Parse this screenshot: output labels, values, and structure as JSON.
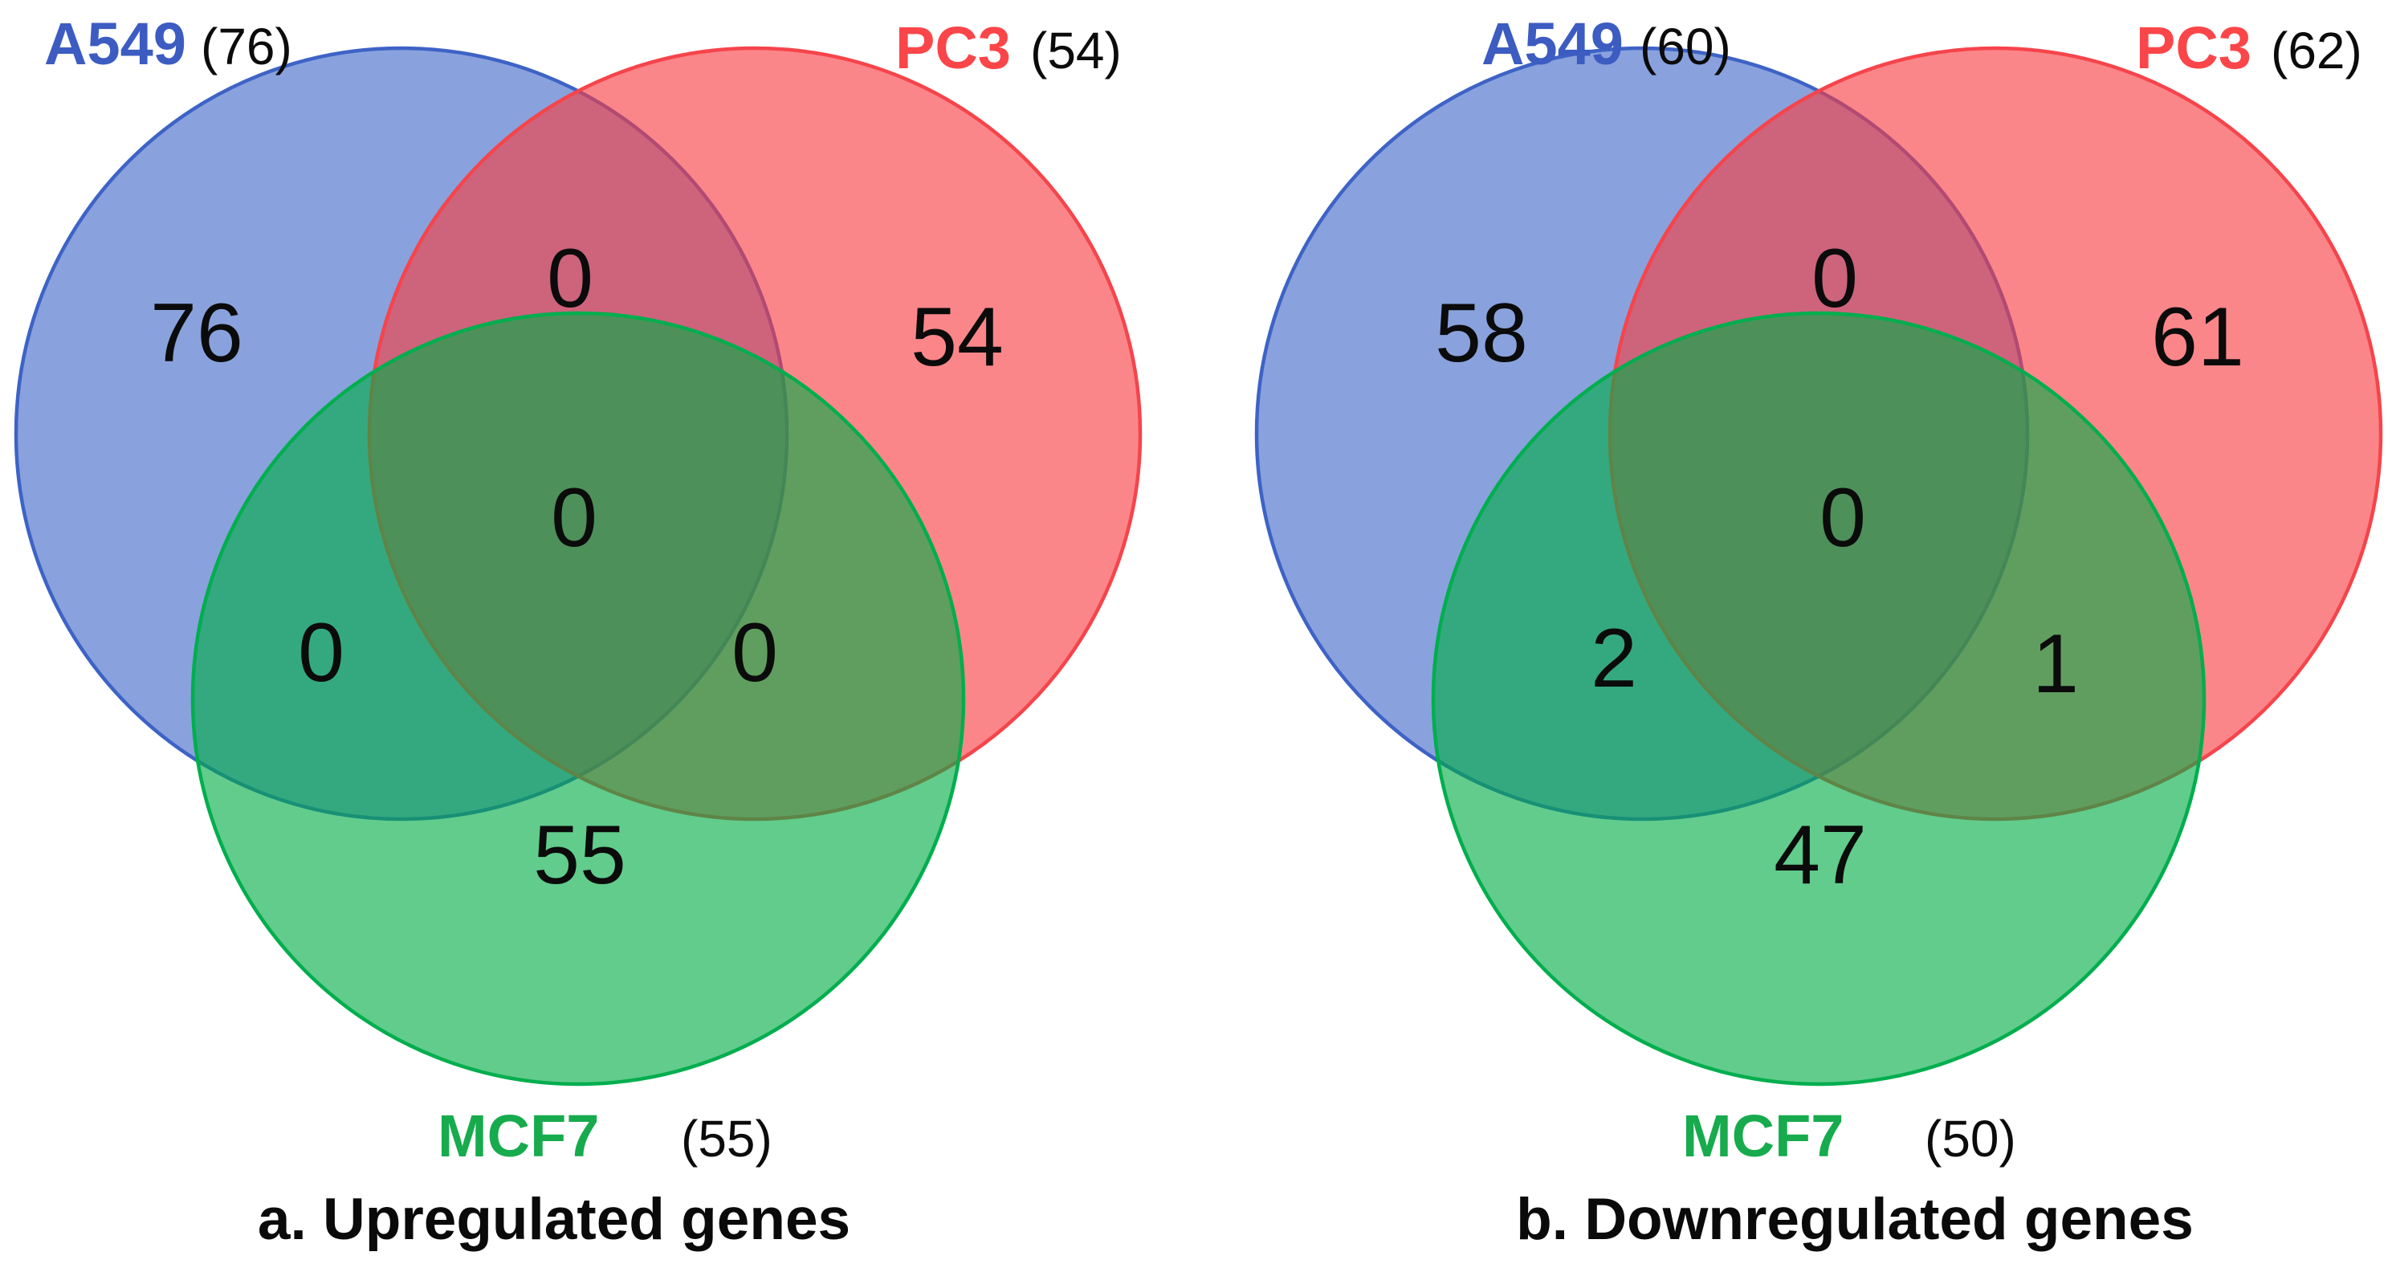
{
  "panels": [
    {
      "caption": "a. Upregulated genes",
      "sets": [
        {
          "name": "A549",
          "count": "(76)"
        },
        {
          "name": "PC3",
          "count": "(54)"
        },
        {
          "name": "MCF7",
          "count": "(55)"
        }
      ],
      "regions": {
        "a549_only": "76",
        "a549_pc3": "0",
        "pc3_only": "54",
        "all_three": "0",
        "a549_mcf7": "0",
        "pc3_mcf7": "0",
        "mcf7_only": "55"
      }
    },
    {
      "caption": "b. Downregulated genes",
      "sets": [
        {
          "name": "A549",
          "count": "(60)"
        },
        {
          "name": "PC3",
          "count": "(62)"
        },
        {
          "name": "MCF7",
          "count": "(50)"
        }
      ],
      "regions": {
        "a549_only": "58",
        "a549_pc3": "0",
        "pc3_only": "61",
        "all_three": "0",
        "a549_mcf7": "2",
        "pc3_mcf7": "1",
        "mcf7_only": "47"
      }
    }
  ],
  "colors": {
    "a549_circle_fill": "#4169C8",
    "pc3_circle_fill": "#F83C41",
    "mcf7_circle_fill": "#00AD45",
    "a549_label": "#3C5CC2",
    "pc3_label": "#FB4649",
    "mcf7_label": "#17AB4E",
    "number_text": "#0B0B0B"
  },
  "chart_data": [
    {
      "type": "venn",
      "title": "a. Upregulated genes",
      "sets": [
        "A549",
        "PC3",
        "MCF7"
      ],
      "set_totals": [
        76,
        54,
        55
      ],
      "regions": {
        "A549_only": 76,
        "PC3_only": 54,
        "MCF7_only": 55,
        "A549_PC3": 0,
        "A549_MCF7": 0,
        "PC3_MCF7": 0,
        "A549_PC3_MCF7": 0
      }
    },
    {
      "type": "venn",
      "title": "b. Downregulated genes",
      "sets": [
        "A549",
        "PC3",
        "MCF7"
      ],
      "set_totals": [
        60,
        62,
        50
      ],
      "regions": {
        "A549_only": 58,
        "PC3_only": 61,
        "MCF7_only": 47,
        "A549_PC3": 0,
        "A549_MCF7": 2,
        "PC3_MCF7": 1,
        "A549_PC3_MCF7": 0
      }
    }
  ]
}
